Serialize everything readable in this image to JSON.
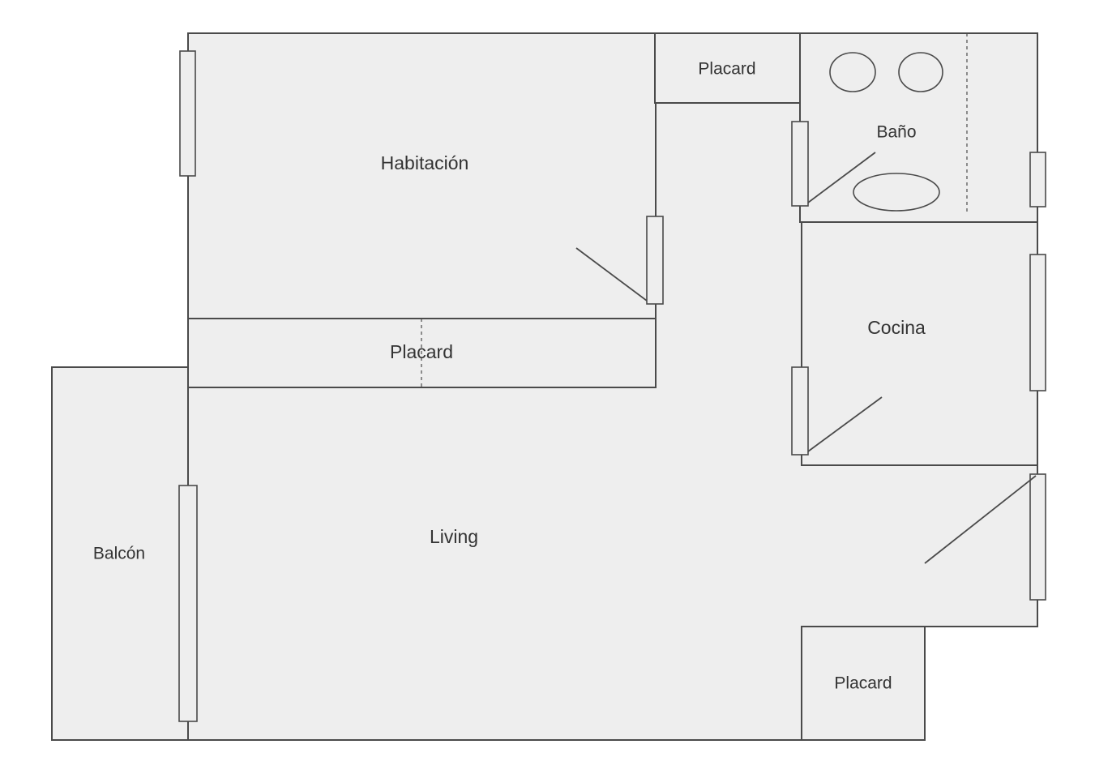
{
  "plan": {
    "rooms": {
      "habitacion": "Habitación",
      "placard_top": "Placard",
      "bano": "Baño",
      "placard_mid": "Placard",
      "cocina": "Cocina",
      "living": "Living",
      "balcon": "Balcón",
      "placard_bottom": "Placard"
    },
    "colors": {
      "floor": "#eeeeee",
      "walls": "#4a4a4a",
      "text": "#333333",
      "background": "#ffffff"
    }
  }
}
